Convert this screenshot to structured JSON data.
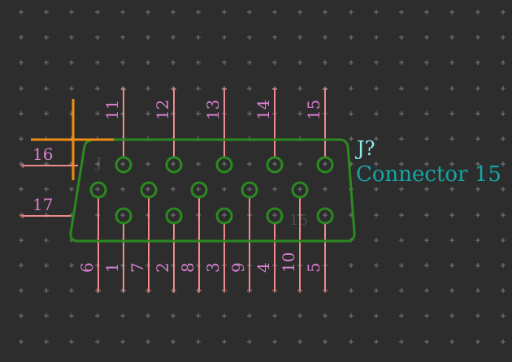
{
  "colors": {
    "background": "#2d2d2d",
    "grid": "#7c7c7c",
    "body": "#2b8a1f",
    "pin_line": "#f08a8a",
    "pin_number": "#d880d0",
    "reference": "#8ee8f0",
    "value": "#15a6a6",
    "cursor": "#f08c10",
    "ghost_text": "#9a9a9a"
  },
  "component": {
    "reference": "J?",
    "value": "Connector 15",
    "hidden_ref": "J",
    "hidden_value": "15",
    "top_pins": [
      "11",
      "12",
      "13",
      "14",
      "15"
    ],
    "middle_pins": [
      "6",
      "7",
      "8",
      "9",
      "10"
    ],
    "bottom_pins": [
      "1",
      "2",
      "3",
      "4",
      "5"
    ],
    "side_pins": [
      "16",
      "17"
    ]
  },
  "cursor": {
    "shape": "crosshair",
    "state": "active"
  }
}
